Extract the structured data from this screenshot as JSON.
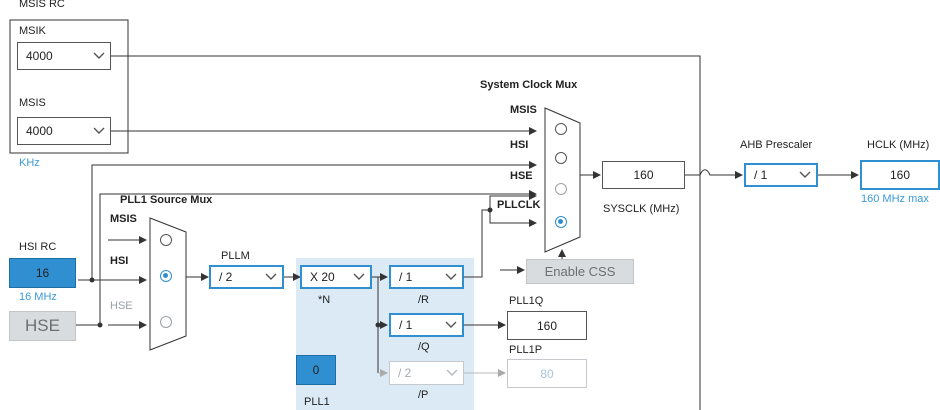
{
  "msis_rc": {
    "title": "MSIS RC",
    "msik_label": "MSIK",
    "msik_value": "4000",
    "msis_label": "MSIS",
    "msis_value": "4000",
    "unit": "KHz"
  },
  "hsi_rc": {
    "title": "HSI RC",
    "value": "16",
    "freq": "16 MHz"
  },
  "hse": {
    "button": "HSE"
  },
  "pll1_source_mux": {
    "title": "PLL1 Source Mux",
    "inputs": [
      "MSIS",
      "HSI",
      "HSE"
    ],
    "selected": "HSI"
  },
  "pll": {
    "pllm_label": "PLLM",
    "pllm_value": "/ 2",
    "pll_n_value": "X 20",
    "pll_n_label": "*N",
    "r_value": "/ 1",
    "r_label": "/R",
    "q_value": "/ 1",
    "q_label": "/Q",
    "p_value": "/ 2",
    "p_label": "/P",
    "pll1q_label": "PLL1Q",
    "pll1q_value": "160",
    "pll1p_label": "PLL1P",
    "pll1p_value": "80",
    "pll1_label": "PLL1",
    "pll1_box_value": "0"
  },
  "system_clock_mux": {
    "title": "System Clock Mux",
    "inputs": [
      "MSIS",
      "HSI",
      "HSE",
      "PLLCLK"
    ],
    "selected": "PLLCLK"
  },
  "enable_css": "Enable CSS",
  "sysclk": {
    "value": "160",
    "label": "SYSCLK (MHz)"
  },
  "ahb": {
    "label": "AHB Prescaler",
    "value": "/ 1"
  },
  "hclk": {
    "label": "HCLK (MHz)",
    "value": "160",
    "max": "160 MHz max"
  },
  "colors": {
    "accent": "#2f8fd0",
    "accent_text": "#3a9ad9",
    "pll_bg": "#dceaf6",
    "disabled": "#9aa0a6"
  }
}
